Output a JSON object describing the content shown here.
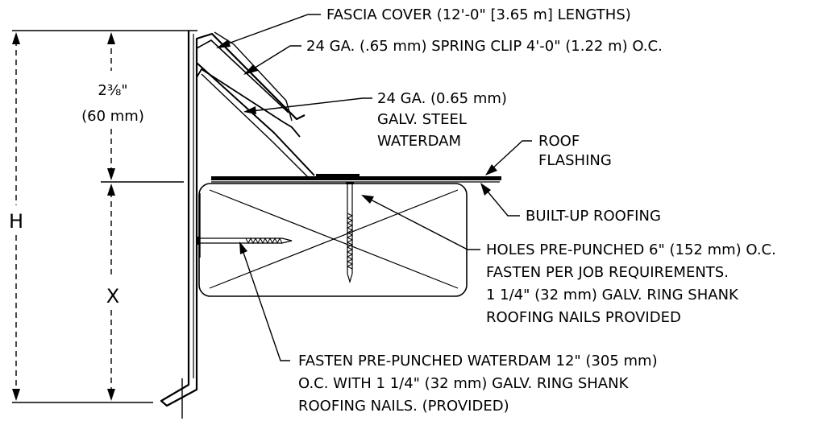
{
  "dimensions": {
    "h_label": "H",
    "x_label": "X",
    "gap_fraction_label": "2⅜\"",
    "gap_metric_label": "(60 mm)"
  },
  "callouts": {
    "fascia_cover": "FASCIA COVER (12'-0\" [3.65 m] LENGTHS)",
    "spring_clip": "24 GA. (.65 mm) SPRING CLIP 4'-0\" (1.22 m) O.C.",
    "waterdam": [
      "24 GA. (0.65 mm)",
      "GALV. STEEL",
      "WATERDAM"
    ],
    "roof_flashing": [
      "ROOF",
      "FLASHING"
    ],
    "built_up_roofing": "BUILT-UP ROOFING",
    "holes": [
      "HOLES PRE-PUNCHED 6\" (152 mm) O.C.",
      "FASTEN PER JOB REQUIREMENTS.",
      "1 1/4\" (32 mm) GALV. RING SHANK",
      "ROOFING NAILS PROVIDED"
    ],
    "fasten_waterdam": [
      "FASTEN PRE-PUNCHED WATERDAM 12\" (305 mm)",
      "O.C. WITH 1 1/4\" (32 mm) GALV. RING SHANK",
      "ROOFING NAILS. (PROVIDED)"
    ]
  }
}
